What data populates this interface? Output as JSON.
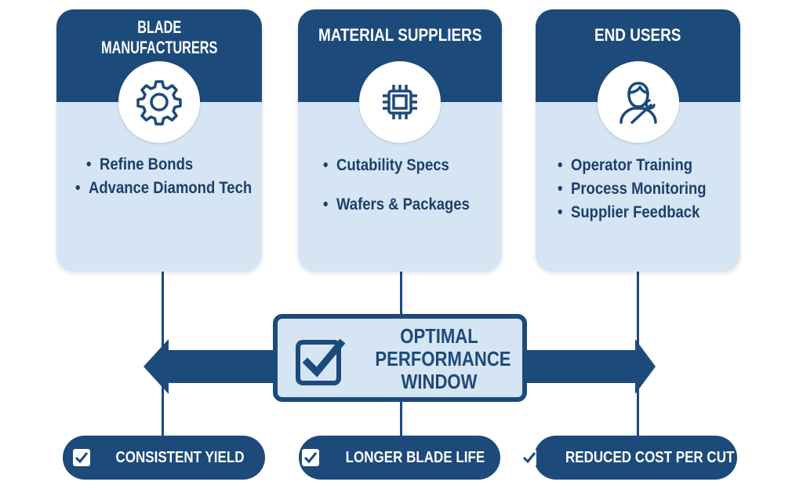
{
  "columns": [
    {
      "title_lines": [
        "BLADE",
        "MANUFACTURERS"
      ],
      "icon": "gear-icon",
      "items": [
        "Refine Bonds",
        "Advance Diamond Tech"
      ]
    },
    {
      "title_lines": [
        "MATERIAL SUPPLIERS"
      ],
      "icon": "chip-icon",
      "items": [
        "Cutability Specs",
        "Wafers & Packages"
      ]
    },
    {
      "title_lines": [
        "END USERS"
      ],
      "icon": "operator-wrench-icon",
      "items": [
        "Operator Training",
        "Process Monitoring",
        "Supplier Feedback"
      ]
    }
  ],
  "center": {
    "lines": [
      "OPTIMAL",
      "PERFORMANCE",
      "WINDOW"
    ]
  },
  "outcomes": [
    "CONSISTENT YIELD",
    "LONGER BLADE LIFE",
    "REDUCED COST PER CUT"
  ],
  "colors": {
    "navy": "#1c4a7b",
    "light": "#d6e5f3"
  }
}
